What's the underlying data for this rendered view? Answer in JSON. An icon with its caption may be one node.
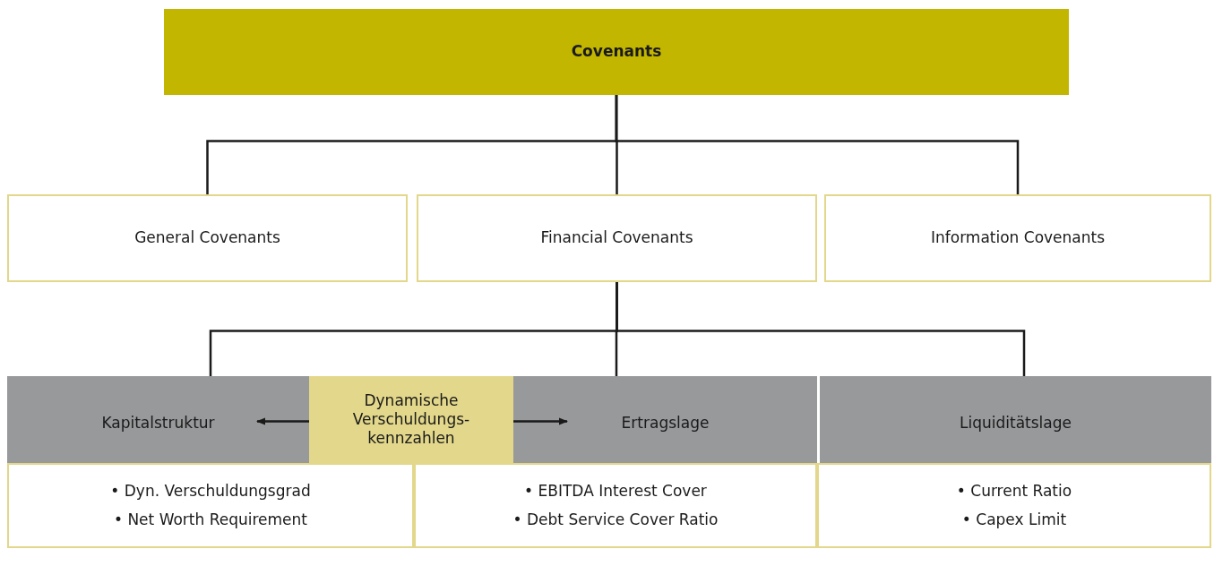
{
  "diagram": {
    "nodes": [
      {
        "text": [
          "Covenants"
        ]
      },
      {
        "text": [
          "General Covenants"
        ]
      },
      {
        "text": [
          "Financial Covenants"
        ]
      },
      {
        "text": [
          "Information Covenants"
        ]
      },
      {
        "text": [
          "Kapitalstruktur"
        ]
      },
      {
        "text": [
          "Dynamische Verschuldungs-kennzahlen"
        ]
      },
      {
        "text": [
          "Ertragslage"
        ]
      },
      {
        "text": [
          "Liquiditätslage"
        ]
      },
      {
        "text": [
          "• Dyn. Verschuldungsgrad",
          "• Net Worth Requirement"
        ]
      },
      {
        "text": [
          "• EBITDA Interest Cover",
          "• Debt Service Cover Ratio"
        ]
      },
      {
        "text": [
          "• Current Ratio",
          "• Capex Limit"
        ]
      }
    ],
    "edges": [
      {
        "from": 0,
        "to": 1,
        "arrow": "none"
      },
      {
        "from": 0,
        "to": 2,
        "arrow": "none"
      },
      {
        "from": 0,
        "to": 3,
        "arrow": "none"
      },
      {
        "from": 2,
        "to": 4,
        "arrow": "none"
      },
      {
        "from": 2,
        "to": 6,
        "arrow": "none"
      },
      {
        "from": 2,
        "to": 7,
        "arrow": "none"
      },
      {
        "from": 5,
        "to": 4,
        "arrow": "to"
      },
      {
        "from": 5,
        "to": 6,
        "arrow": "to"
      }
    ]
  }
}
